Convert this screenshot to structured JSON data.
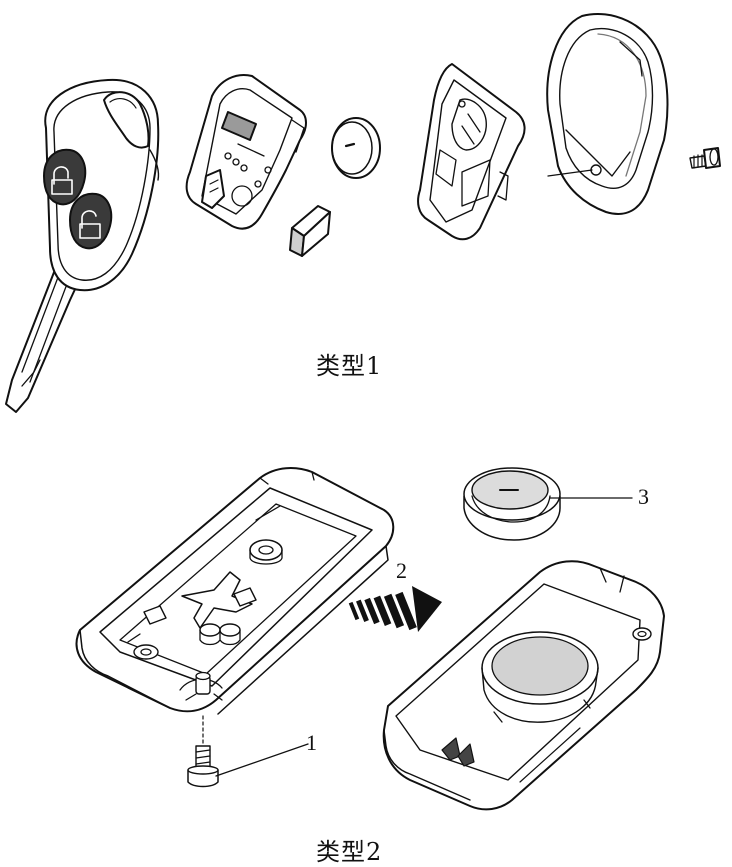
{
  "captions": {
    "type1": "类型1",
    "type2": "类型2"
  },
  "callouts": {
    "screw": "1",
    "direction": "2",
    "battery": "3"
  },
  "colors": {
    "line": "#111111",
    "paper": "#ffffff",
    "shade": "#d9d9d9",
    "dark": "#555555"
  }
}
